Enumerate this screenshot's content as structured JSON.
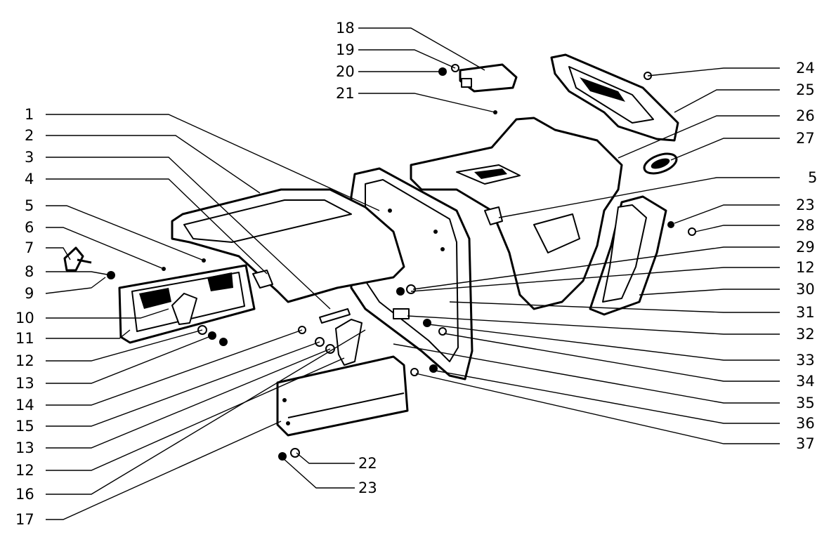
{
  "diagram": {
    "type": "exploded-parts-view",
    "callouts_left": [
      "1",
      "2",
      "3",
      "4",
      "5",
      "6",
      "7",
      "8",
      "9",
      "10",
      "11",
      "12",
      "13",
      "14",
      "15",
      "13",
      "12",
      "16",
      "17"
    ],
    "callouts_top": [
      "18",
      "19",
      "20",
      "21"
    ],
    "callouts_right": [
      "24",
      "25",
      "26",
      "27",
      "5",
      "23",
      "28",
      "29",
      "12",
      "30",
      "31",
      "32",
      "33",
      "34",
      "35",
      "36",
      "37"
    ],
    "callouts_bottom": [
      "22",
      "23"
    ]
  }
}
